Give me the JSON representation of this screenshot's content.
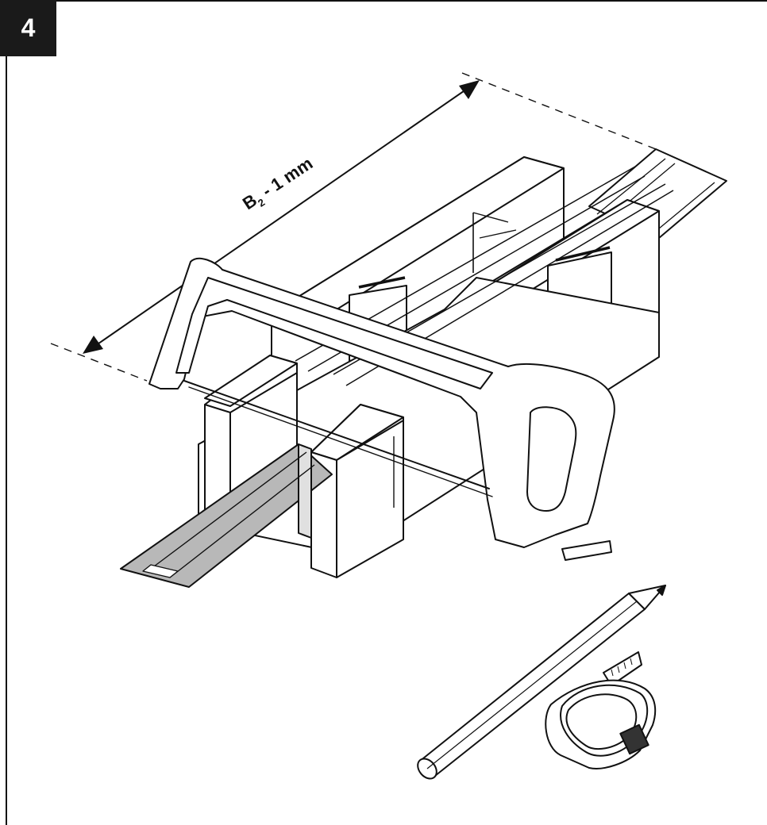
{
  "figure": {
    "step_number": "4",
    "dimension": {
      "symbol": "B",
      "subscript": "2",
      "rest": " - 1 mm"
    },
    "colors": {
      "line": "#111111",
      "fill": "#ffffff",
      "profile": "#b8b8b8",
      "badge": "#1a1a1a"
    }
  }
}
